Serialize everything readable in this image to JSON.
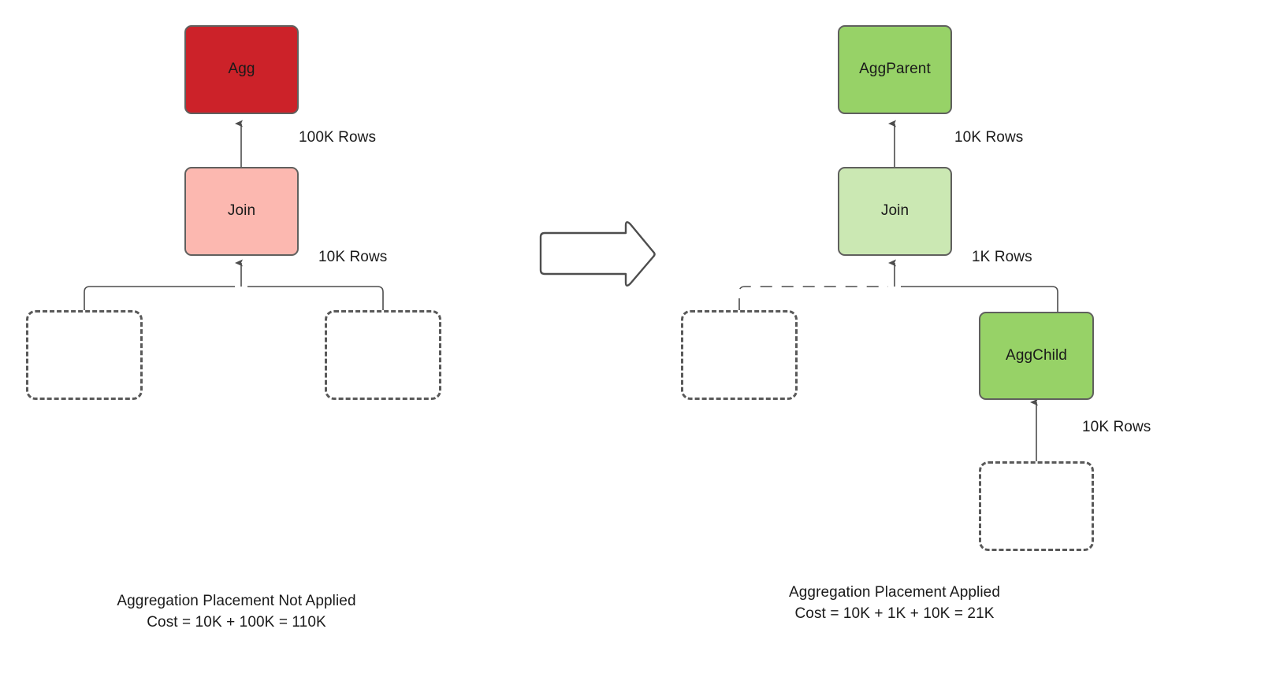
{
  "diagram": {
    "type": "flow-comparison",
    "background": "#ffffff",
    "stroke_color": "#60605e",
    "dashed_stroke_color": "#595959",
    "text_color": "#1a1a1a",
    "colors": {
      "agg_red": "#cc2229",
      "join_pink": "#fcb8b0",
      "agg_green": "#97d267",
      "join_green": "#cbe8b3",
      "outline": "#60605e"
    }
  },
  "left_plan": {
    "nodes": [
      {
        "id": "agg",
        "label": "Agg",
        "fill": "#cc2229",
        "style": "solid"
      },
      {
        "id": "join",
        "label": "Join",
        "fill": "#fcb8b0",
        "style": "solid"
      },
      {
        "id": "leaf_left",
        "label": "",
        "fill": "transparent",
        "style": "dashed"
      },
      {
        "id": "leaf_right",
        "label": "",
        "fill": "transparent",
        "style": "dashed"
      }
    ],
    "edges": [
      {
        "from": "join",
        "to": "agg",
        "label": "100K Rows",
        "style": "solid"
      },
      {
        "from": "leaves",
        "to": "join",
        "label": "10K Rows",
        "style": "solid"
      }
    ],
    "caption_title": "Aggregation Placement Not Applied",
    "caption_cost": "Cost = 10K + 100K = 110K"
  },
  "right_plan": {
    "nodes": [
      {
        "id": "agg_parent",
        "label": "AggParent",
        "fill": "#97d267",
        "style": "solid"
      },
      {
        "id": "join",
        "label": "Join",
        "fill": "#cbe8b3",
        "style": "solid"
      },
      {
        "id": "leaf_left",
        "label": "",
        "fill": "transparent",
        "style": "dashed"
      },
      {
        "id": "agg_child",
        "label": "AggChild",
        "fill": "#97d267",
        "style": "solid"
      },
      {
        "id": "leaf_bottom",
        "label": "",
        "fill": "transparent",
        "style": "dashed"
      }
    ],
    "edges": [
      {
        "from": "join",
        "to": "agg_parent",
        "label": "10K Rows",
        "style": "solid"
      },
      {
        "from": "children",
        "to": "join",
        "label": "1K Rows",
        "style": "mixed"
      },
      {
        "from": "leaf_bottom",
        "to": "agg_child",
        "label": "10K Rows",
        "style": "solid"
      }
    ],
    "caption_title": "Aggregation Placement Applied",
    "caption_cost": "Cost = 10K + 1K + 10K = 21K"
  },
  "transform_arrow": {
    "name": "transform-arrow",
    "direction": "right",
    "fill": "#ffffff",
    "stroke": "#4d4d4d"
  }
}
